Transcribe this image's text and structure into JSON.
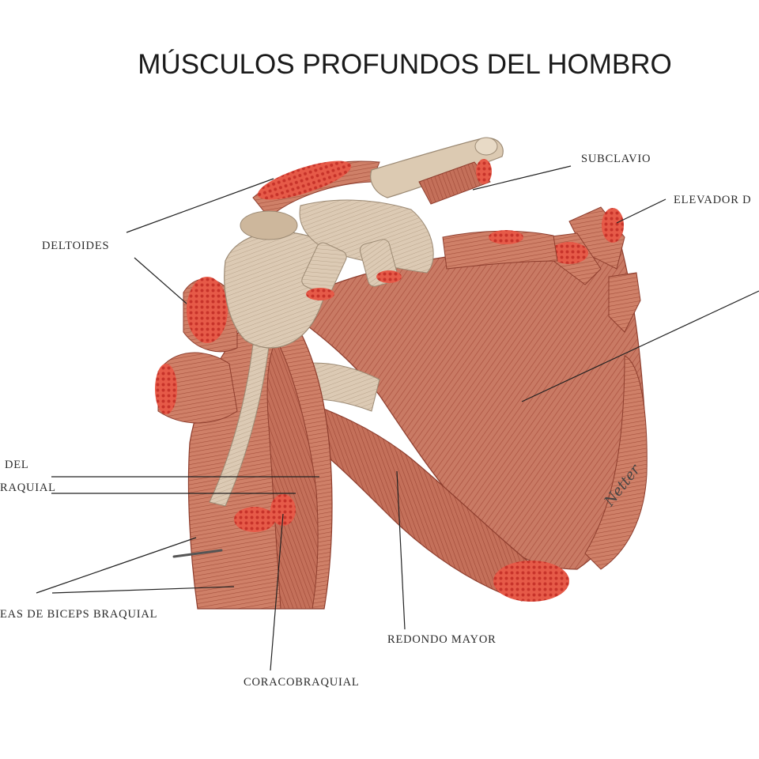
{
  "title": "MÚSCULOS PROFUNDOS DEL HOMBRO",
  "labels": {
    "subclavio": "SUBCLAVIO",
    "elevador": "ELEVADOR D",
    "deltoides": "DELTOIDES",
    "del": "DEL",
    "braquial": "RAQUIAL",
    "biceps": "EAS  DE BICEPS BRAQUIAL",
    "redondo_mayor": "REDONDO  MAYOR",
    "coracobraquial": "CORACOBRAQUIAL"
  },
  "signature": "Netter",
  "colors": {
    "muscle": "#c8705a",
    "muscle_dark": "#a84a38",
    "cut_surface": "#e0463a",
    "tendon": "#d9c8b0",
    "bone": "#d8c4ac",
    "leader_line": "#222222"
  }
}
